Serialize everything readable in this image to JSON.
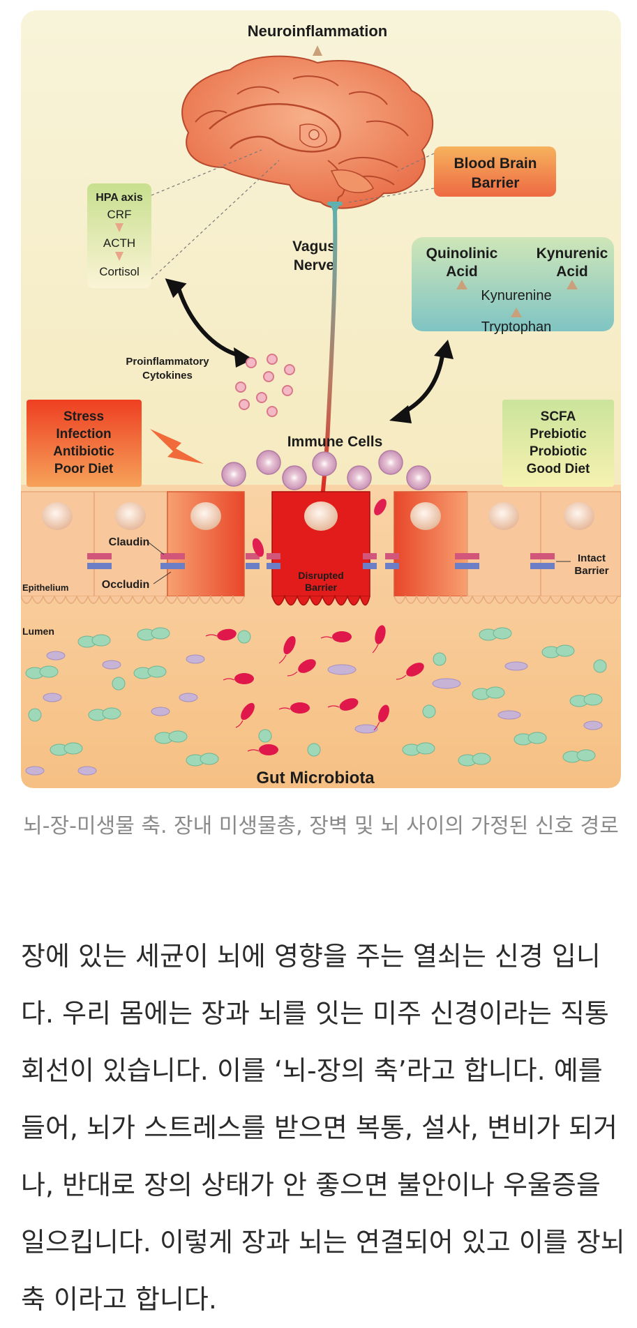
{
  "diagram": {
    "top_label": "Neuroinflammation",
    "blood_brain_barrier": "Blood Brain Barrier",
    "hpa_axis": {
      "title": "HPA axis",
      "steps": [
        "CRF",
        "ACTH",
        "Cortisol"
      ]
    },
    "vagus_nerve": "Vagus Nerve",
    "kynurenine_box": {
      "quinolinic_acid": "Quinolinic Acid",
      "kynurenic_acid": "Kynurenic Acid",
      "kynurenine": "Kynurenine",
      "tryptophan": "Tryptophan"
    },
    "proinflammatory_cytokines": "Proinflammatory Cytokines",
    "stress_box": [
      "Stress",
      "Infection",
      "Antibiotic",
      "Poor Diet"
    ],
    "scfa_box": [
      "SCFA",
      "Prebiotic",
      "Probiotic",
      "Good Diet"
    ],
    "immune_cells": "Immune Cells",
    "claudin": "Claudin",
    "occludin": "Occludin",
    "epithelium": "Epithelium",
    "disrupted_barrier": "Disrupted Barrier",
    "intact_barrier": "Intact Barrier",
    "lumen": "Lumen",
    "gut_microbiota": "Gut Microbiota",
    "colors": {
      "background_top": "#f7f3d6",
      "background_gut": "#f7c98f",
      "disrupted_cell": "#e01b1b",
      "inflamed_cell": "#ef5a3a",
      "normal_cell": "#f7c295",
      "stress_box": "#f0542a",
      "scfa_box": "#e8f2a0",
      "kynurenine_box": "#8fcfc7"
    }
  },
  "caption": "뇌-장-미생물 축. 장내 미생물총, 장벽 및 뇌 사이의 가정된 신호 경로",
  "body_text": "장에 있는 세균이 뇌에 영향을 주는 열쇠는 신경 입니다. 우리 몸에는 장과 뇌를 잇는 미주 신경이라는 직통 회선이 있습니다. 이를 ‘뇌-장의 축’라고 합니다. 예를 들어, 뇌가 스트레스를 받으면 복통, 설사, 변비가 되거나, 반대로 장의 상태가 안 좋으면 불안이나 우울증을 일으킵니다. 이렇게 장과 뇌는 연결되어 있고 이를 장뇌 축 이라고 합니다."
}
